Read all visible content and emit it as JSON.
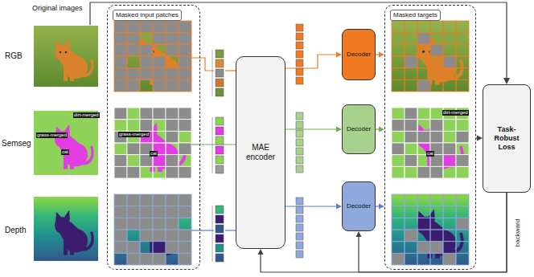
{
  "diagram": {
    "nodes": [
      {
        "text": [
          "Masked input patches"
        ]
      },
      {
        "text": [
          "MAE encoder"
        ]
      },
      {
        "text": [
          "Decoder"
        ]
      },
      {
        "text": [
          "Decoder"
        ]
      },
      {
        "text": [
          "Decoder"
        ]
      },
      {
        "text": [
          "Masked targets"
        ]
      },
      {
        "text": [
          "Task-Robust Loss"
        ]
      }
    ],
    "edges": [
      {
        "from": 0,
        "to": 1,
        "arrow": "none"
      },
      {
        "from": 1,
        "to": 2,
        "arrow": "to"
      },
      {
        "from": 1,
        "to": 3,
        "arrow": "to"
      },
      {
        "from": 1,
        "to": 4,
        "arrow": "to"
      },
      {
        "from": 2,
        "to": 5,
        "arrow": "to"
      },
      {
        "from": 3,
        "to": 5,
        "arrow": "to"
      },
      {
        "from": 4,
        "to": 5,
        "arrow": "to"
      },
      {
        "from": 5,
        "to": 6,
        "arrow": "to"
      },
      {
        "from": 6,
        "to": 1,
        "label": "backward",
        "arrow": "to"
      },
      {
        "from": 6,
        "to": 4,
        "arrow": "to"
      }
    ],
    "labels": [
      "Original images",
      "RGB",
      "Semseg",
      "Depth",
      "dirt-merged",
      "grass-merged",
      "cat",
      "grass-merged",
      "cat",
      "dirt-merged",
      "cat"
    ]
  }
}
